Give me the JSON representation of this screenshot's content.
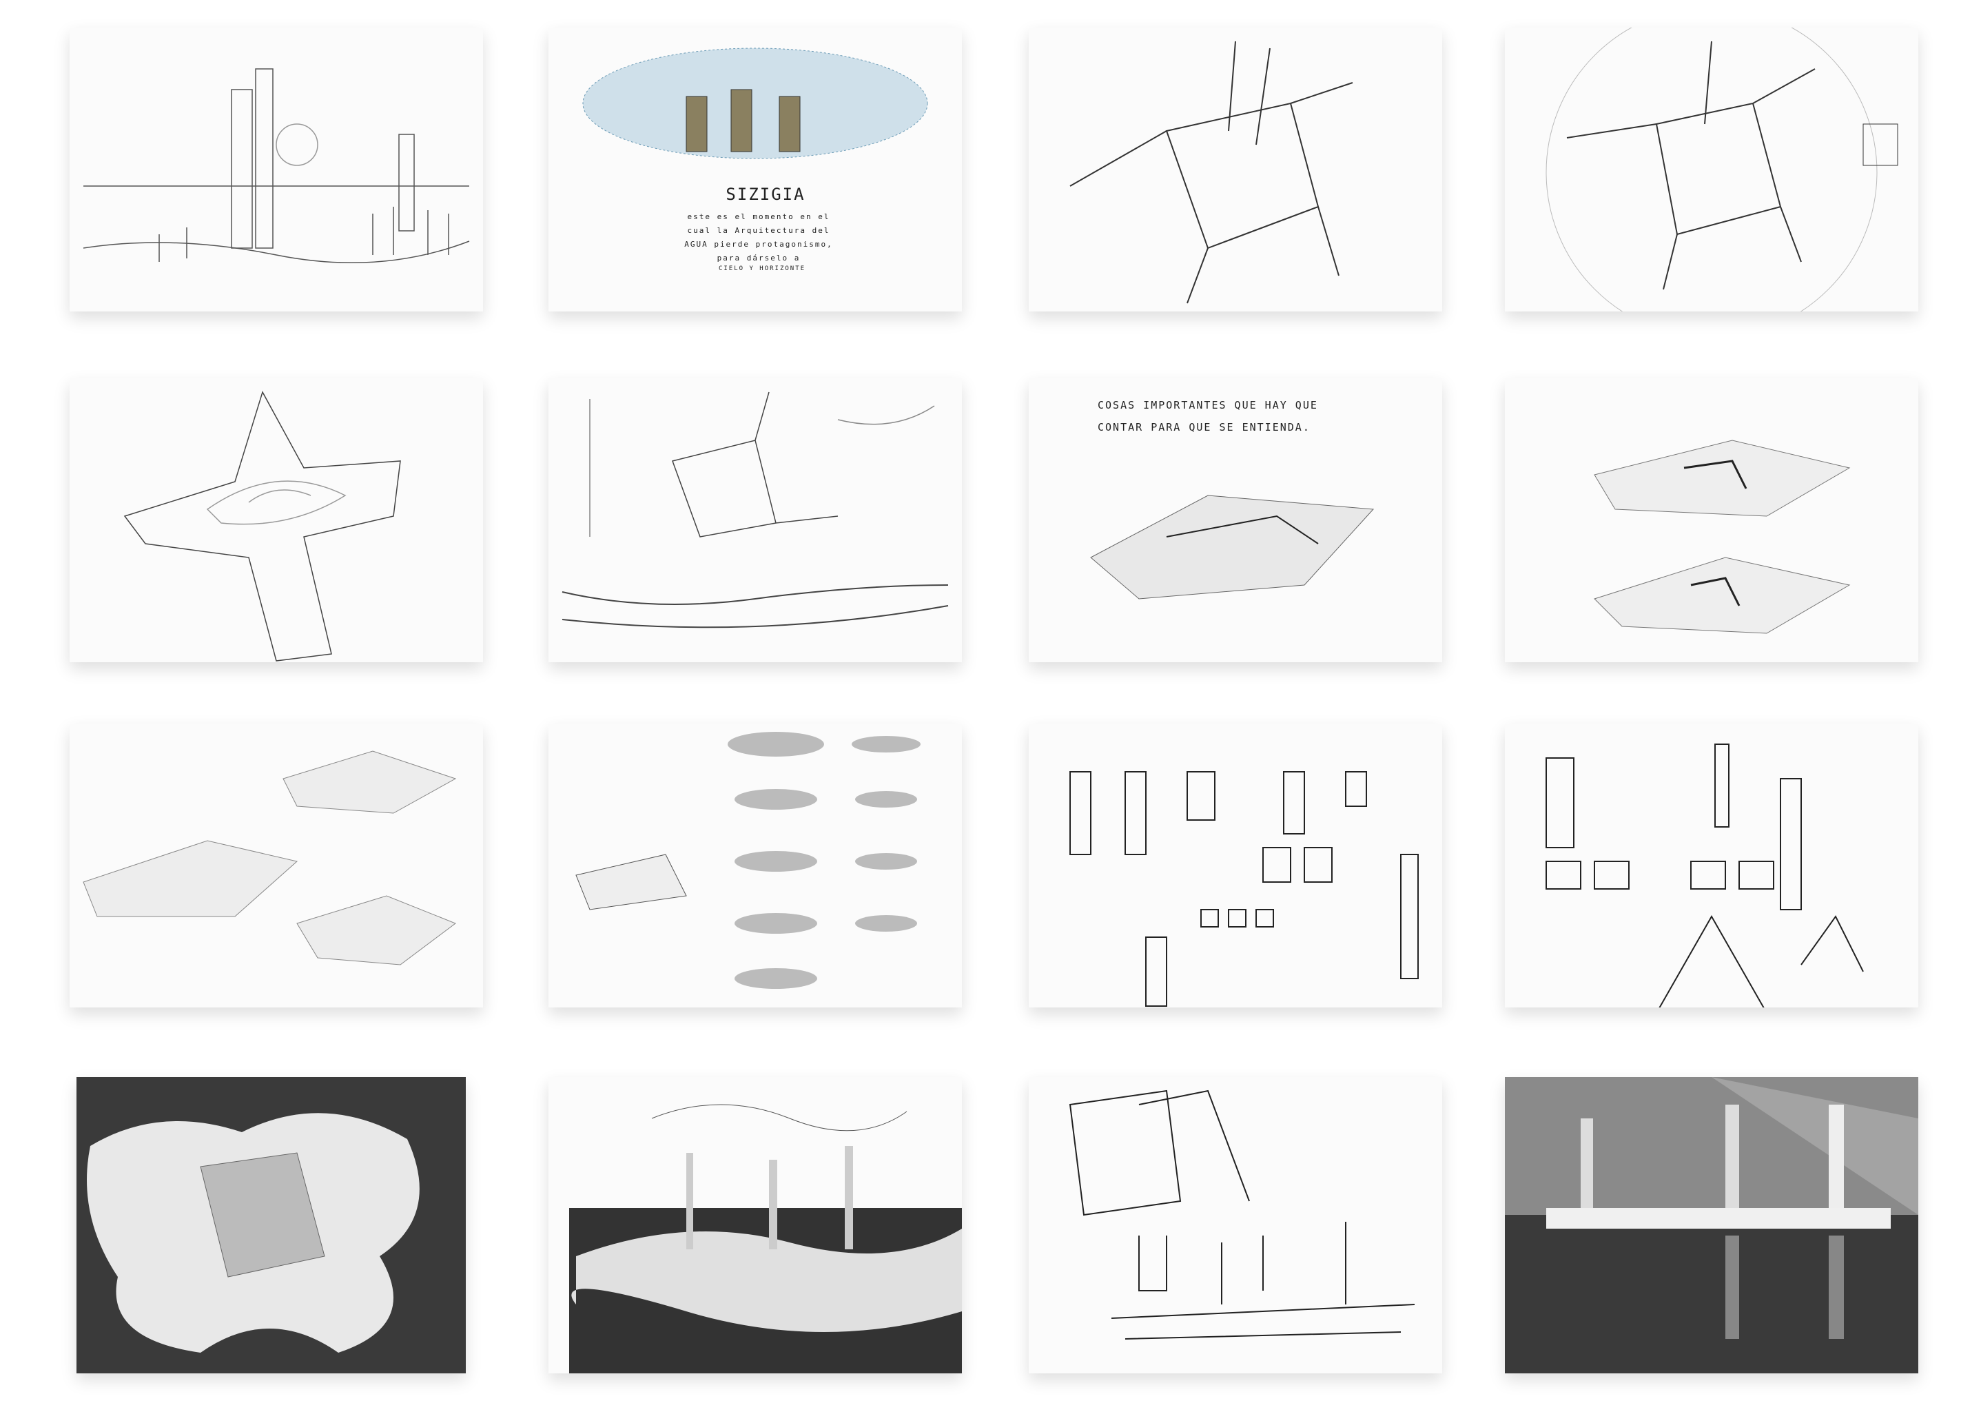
{
  "panels": [
    {
      "id": 1,
      "kind": "elevation sketch"
    },
    {
      "id": 2,
      "kind": "title sheet",
      "title": "SIZIGIA",
      "text": "este es el momento en el cual la Arquitectura del AGUA pierde protagonismo, para dárselo a",
      "signature": "CIELO Y HORIZONTE"
    },
    {
      "id": 3,
      "kind": "plan sketch"
    },
    {
      "id": 4,
      "kind": "plan sketch"
    },
    {
      "id": 5,
      "kind": "contour plan"
    },
    {
      "id": 6,
      "kind": "plan and section"
    },
    {
      "id": 7,
      "kind": "terrain model sketch",
      "heading_line1": "COSAS IMPORTANTES QUE HAY QUE",
      "heading_line2": "CONTAR PARA QUE SE ENTIENDA."
    },
    {
      "id": 8,
      "kind": "terrain model sketch"
    },
    {
      "id": 9,
      "kind": "terrain diagrams"
    },
    {
      "id": 10,
      "kind": "terrain series"
    },
    {
      "id": 11,
      "kind": "tower studies"
    },
    {
      "id": 12,
      "kind": "tower studies"
    },
    {
      "id": 13,
      "kind": "model photo"
    },
    {
      "id": 14,
      "kind": "model photo"
    },
    {
      "id": 15,
      "kind": "perspective sketch"
    },
    {
      "id": 16,
      "kind": "model photo"
    }
  ]
}
